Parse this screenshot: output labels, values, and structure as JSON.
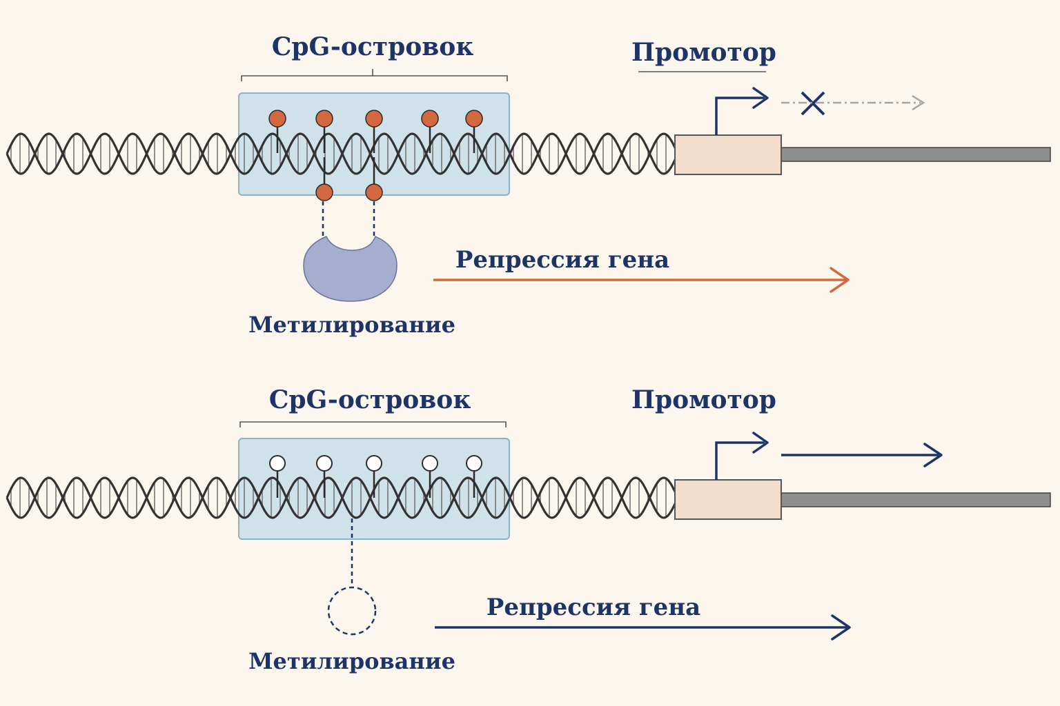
{
  "colors": {
    "background": "#fbf7ef",
    "navy": "#1f3466",
    "methyl": "#d2683f",
    "island_fill": "#cfe2ea",
    "island_stroke": "#8fb1c2",
    "protein": "#a6aecf",
    "promoter_fill": "#f3ddcc",
    "gene_bar": "#8e8e8e",
    "dna": "#333333"
  },
  "panels": [
    {
      "state": "methylated",
      "island_label": "CpG-островок",
      "promoter_label": "Промотор",
      "effect_label": "Репрессия гена",
      "methylation_label": "Метилирование",
      "transcription": "blocked",
      "effect_arrow_color": "#d2683f",
      "protein_bound": true
    },
    {
      "state": "unmethylated",
      "island_label": "CpG-островок",
      "promoter_label": "Промотор",
      "effect_label": "Репрессия гена",
      "methylation_label": "Метилирование",
      "transcription": "active",
      "effect_arrow_color": "#1f3466",
      "protein_bound": false
    }
  ]
}
